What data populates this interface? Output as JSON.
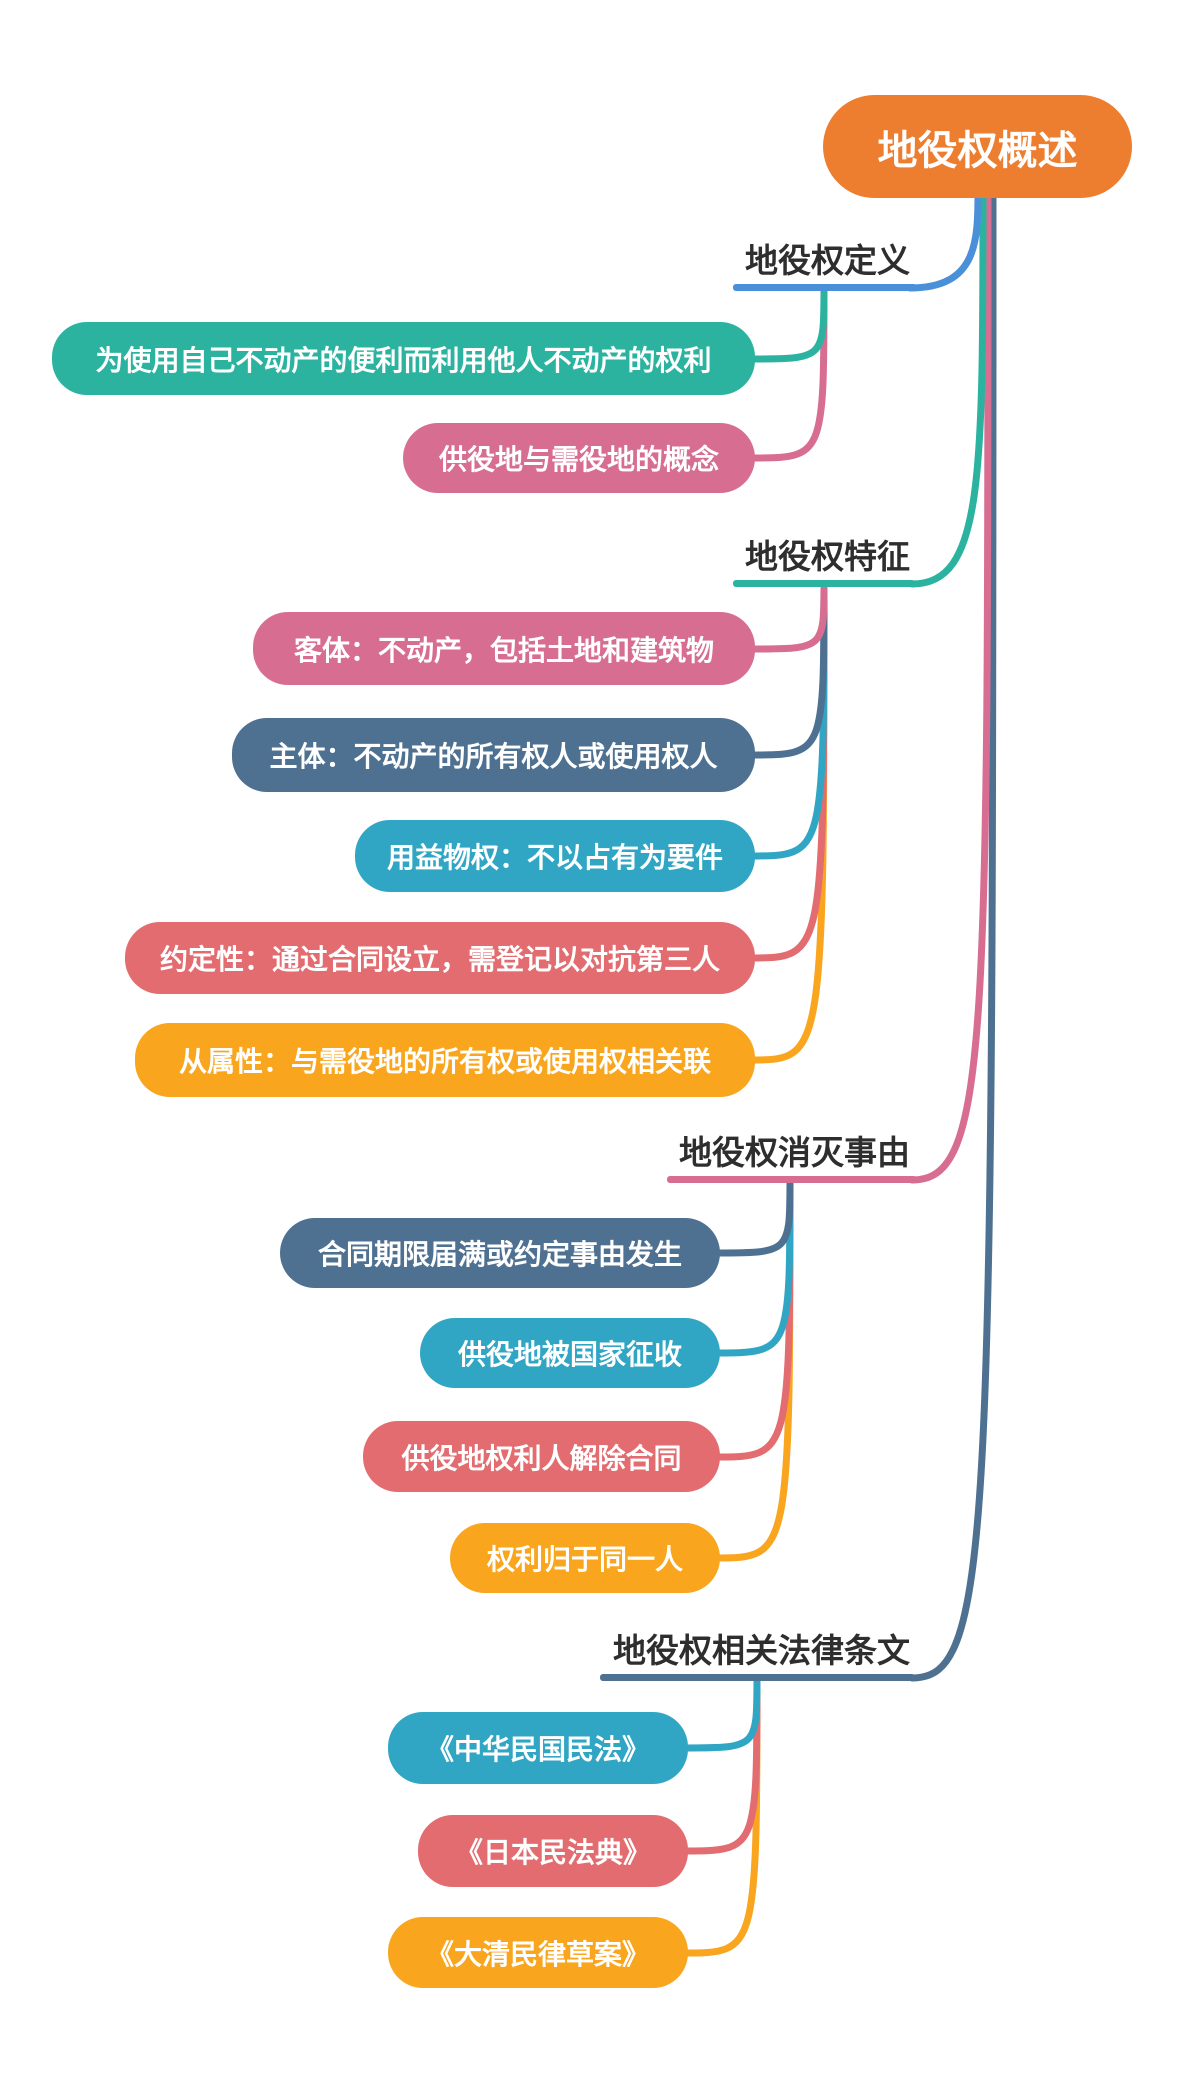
{
  "root": {
    "label": "地役权概述",
    "color": "#ED7D2F"
  },
  "branches": [
    {
      "label": "地役权定义",
      "color": "#4A90D8",
      "children": [
        {
          "label": "为使用自己不动产的便利而利用他人不动产的权利",
          "color": "#2BB3A0"
        },
        {
          "label": "供役地与需役地的概念",
          "color": "#D76E92"
        }
      ]
    },
    {
      "label": "地役权特征",
      "color": "#2BB3A0",
      "children": [
        {
          "label": "客体：不动产，包括土地和建筑物",
          "color": "#D76E92"
        },
        {
          "label": "主体：不动产的所有权人或使用权人",
          "color": "#4F7191"
        },
        {
          "label": "用益物权：不以占有为要件",
          "color": "#31A6C4"
        },
        {
          "label": "约定性：通过合同设立，需登记以对抗第三人",
          "color": "#E26C6F"
        },
        {
          "label": "从属性：与需役地的所有权或使用权相关联",
          "color": "#F9A51D"
        }
      ]
    },
    {
      "label": "地役权消灭事由",
      "color": "#D76E92",
      "children": [
        {
          "label": "合同期限届满或约定事由发生",
          "color": "#4F7191"
        },
        {
          "label": "供役地被国家征收",
          "color": "#31A6C4"
        },
        {
          "label": "供役地权利人解除合同",
          "color": "#E26C6F"
        },
        {
          "label": "权利归于同一人",
          "color": "#F9A51D"
        }
      ]
    },
    {
      "label": "地役权相关法律条文",
      "color": "#4F7191",
      "children": [
        {
          "label": "《中华民国民法》",
          "color": "#31A6C4"
        },
        {
          "label": "《日本民法典》",
          "color": "#E26C6F"
        },
        {
          "label": "《大清民律草案》",
          "color": "#F9A51D"
        }
      ]
    }
  ]
}
